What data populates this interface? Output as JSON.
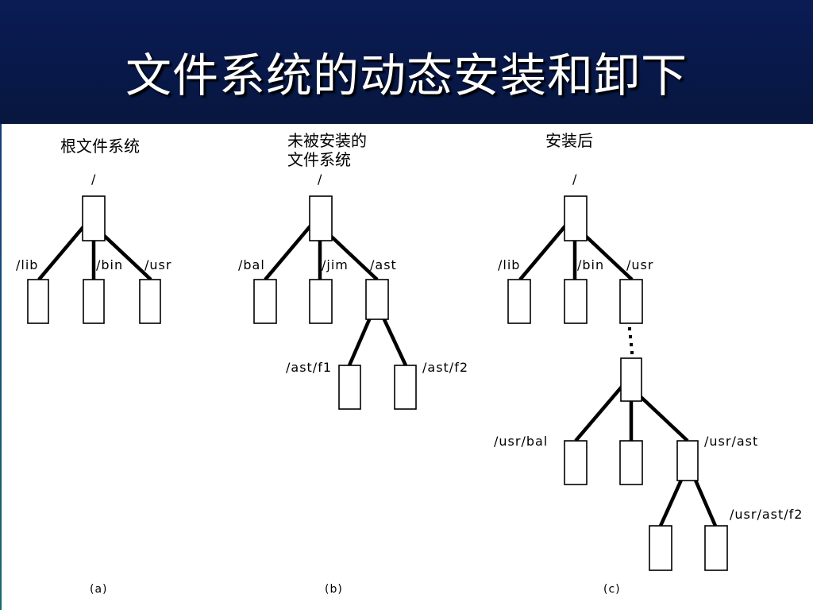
{
  "title": "文件系统的动态安装和卸下",
  "panels": [
    {
      "heading": "根文件系统",
      "root_label": "/",
      "children": [
        "/lib",
        "/bin",
        "/usr"
      ],
      "caption": "(a)"
    },
    {
      "heading_lines": [
        "未被安装的",
        "文件系统"
      ],
      "root_label": "/",
      "children": [
        "/bal",
        "/jim",
        "/ast"
      ],
      "grandchildren": [
        "/ast/f1",
        "/ast/f2"
      ],
      "caption": "(b)"
    },
    {
      "heading": "安装后",
      "root_label": "/",
      "children": [
        "/lib",
        "/bin",
        "/usr"
      ],
      "mounted_children": [
        "/usr/bal",
        "/usr/ast"
      ],
      "mounted_grandchildren": [
        "/usr/ast/f2"
      ],
      "caption": "(c)"
    }
  ]
}
